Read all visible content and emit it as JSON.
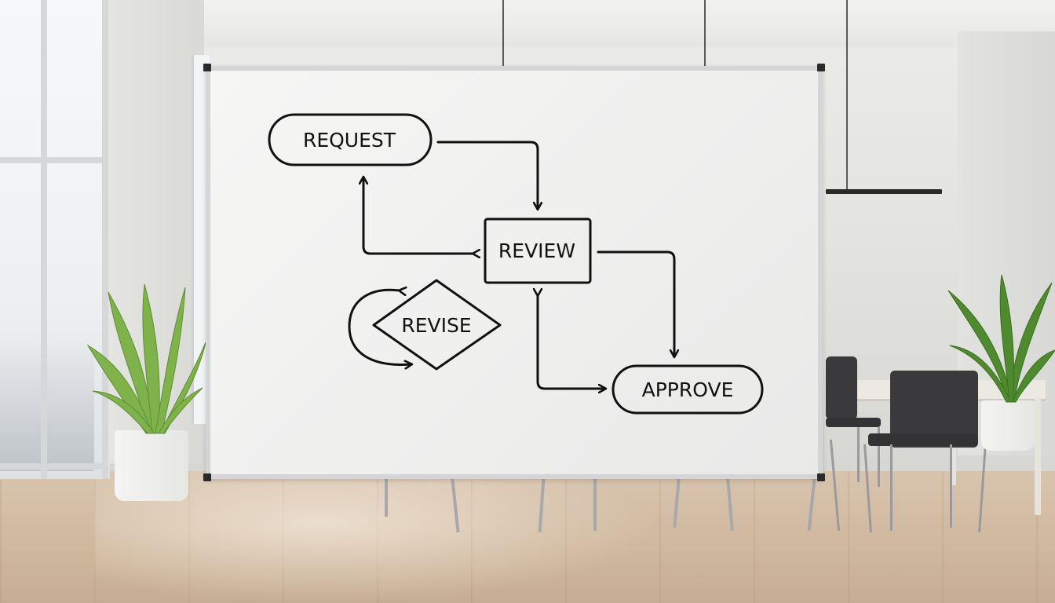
{
  "whiteboard": {
    "nodes": {
      "request": "REQUEST",
      "review": "REVIEW",
      "revise": "REVISE",
      "approve": "APPROVE"
    }
  },
  "colors": {
    "marker": "#111111",
    "board": "#f2f2f1",
    "frame": "#d4d5d7"
  }
}
